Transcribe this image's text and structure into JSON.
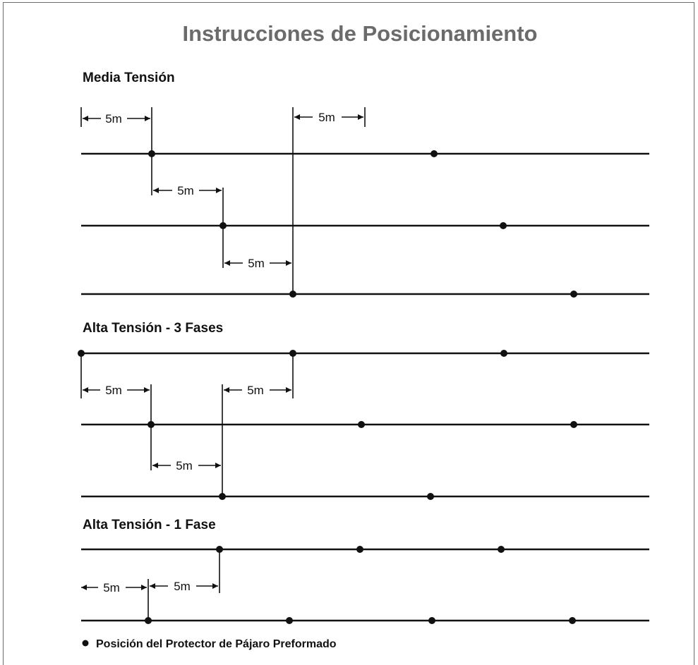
{
  "title": "Instrucciones de Posicionamiento",
  "sections": [
    {
      "heading": "Media Tensión"
    },
    {
      "heading": "Alta Tensión - 3 Fases"
    },
    {
      "heading": "Alta Tensión - 1 Fase"
    }
  ],
  "dimension_label": "5m",
  "legend": {
    "marker": "●",
    "text": "Posición del Protector de Pájaro Preformado"
  },
  "colors": {
    "title": "#6b6b6b",
    "ink": "#111111",
    "frame": "#6d6d6d"
  }
}
